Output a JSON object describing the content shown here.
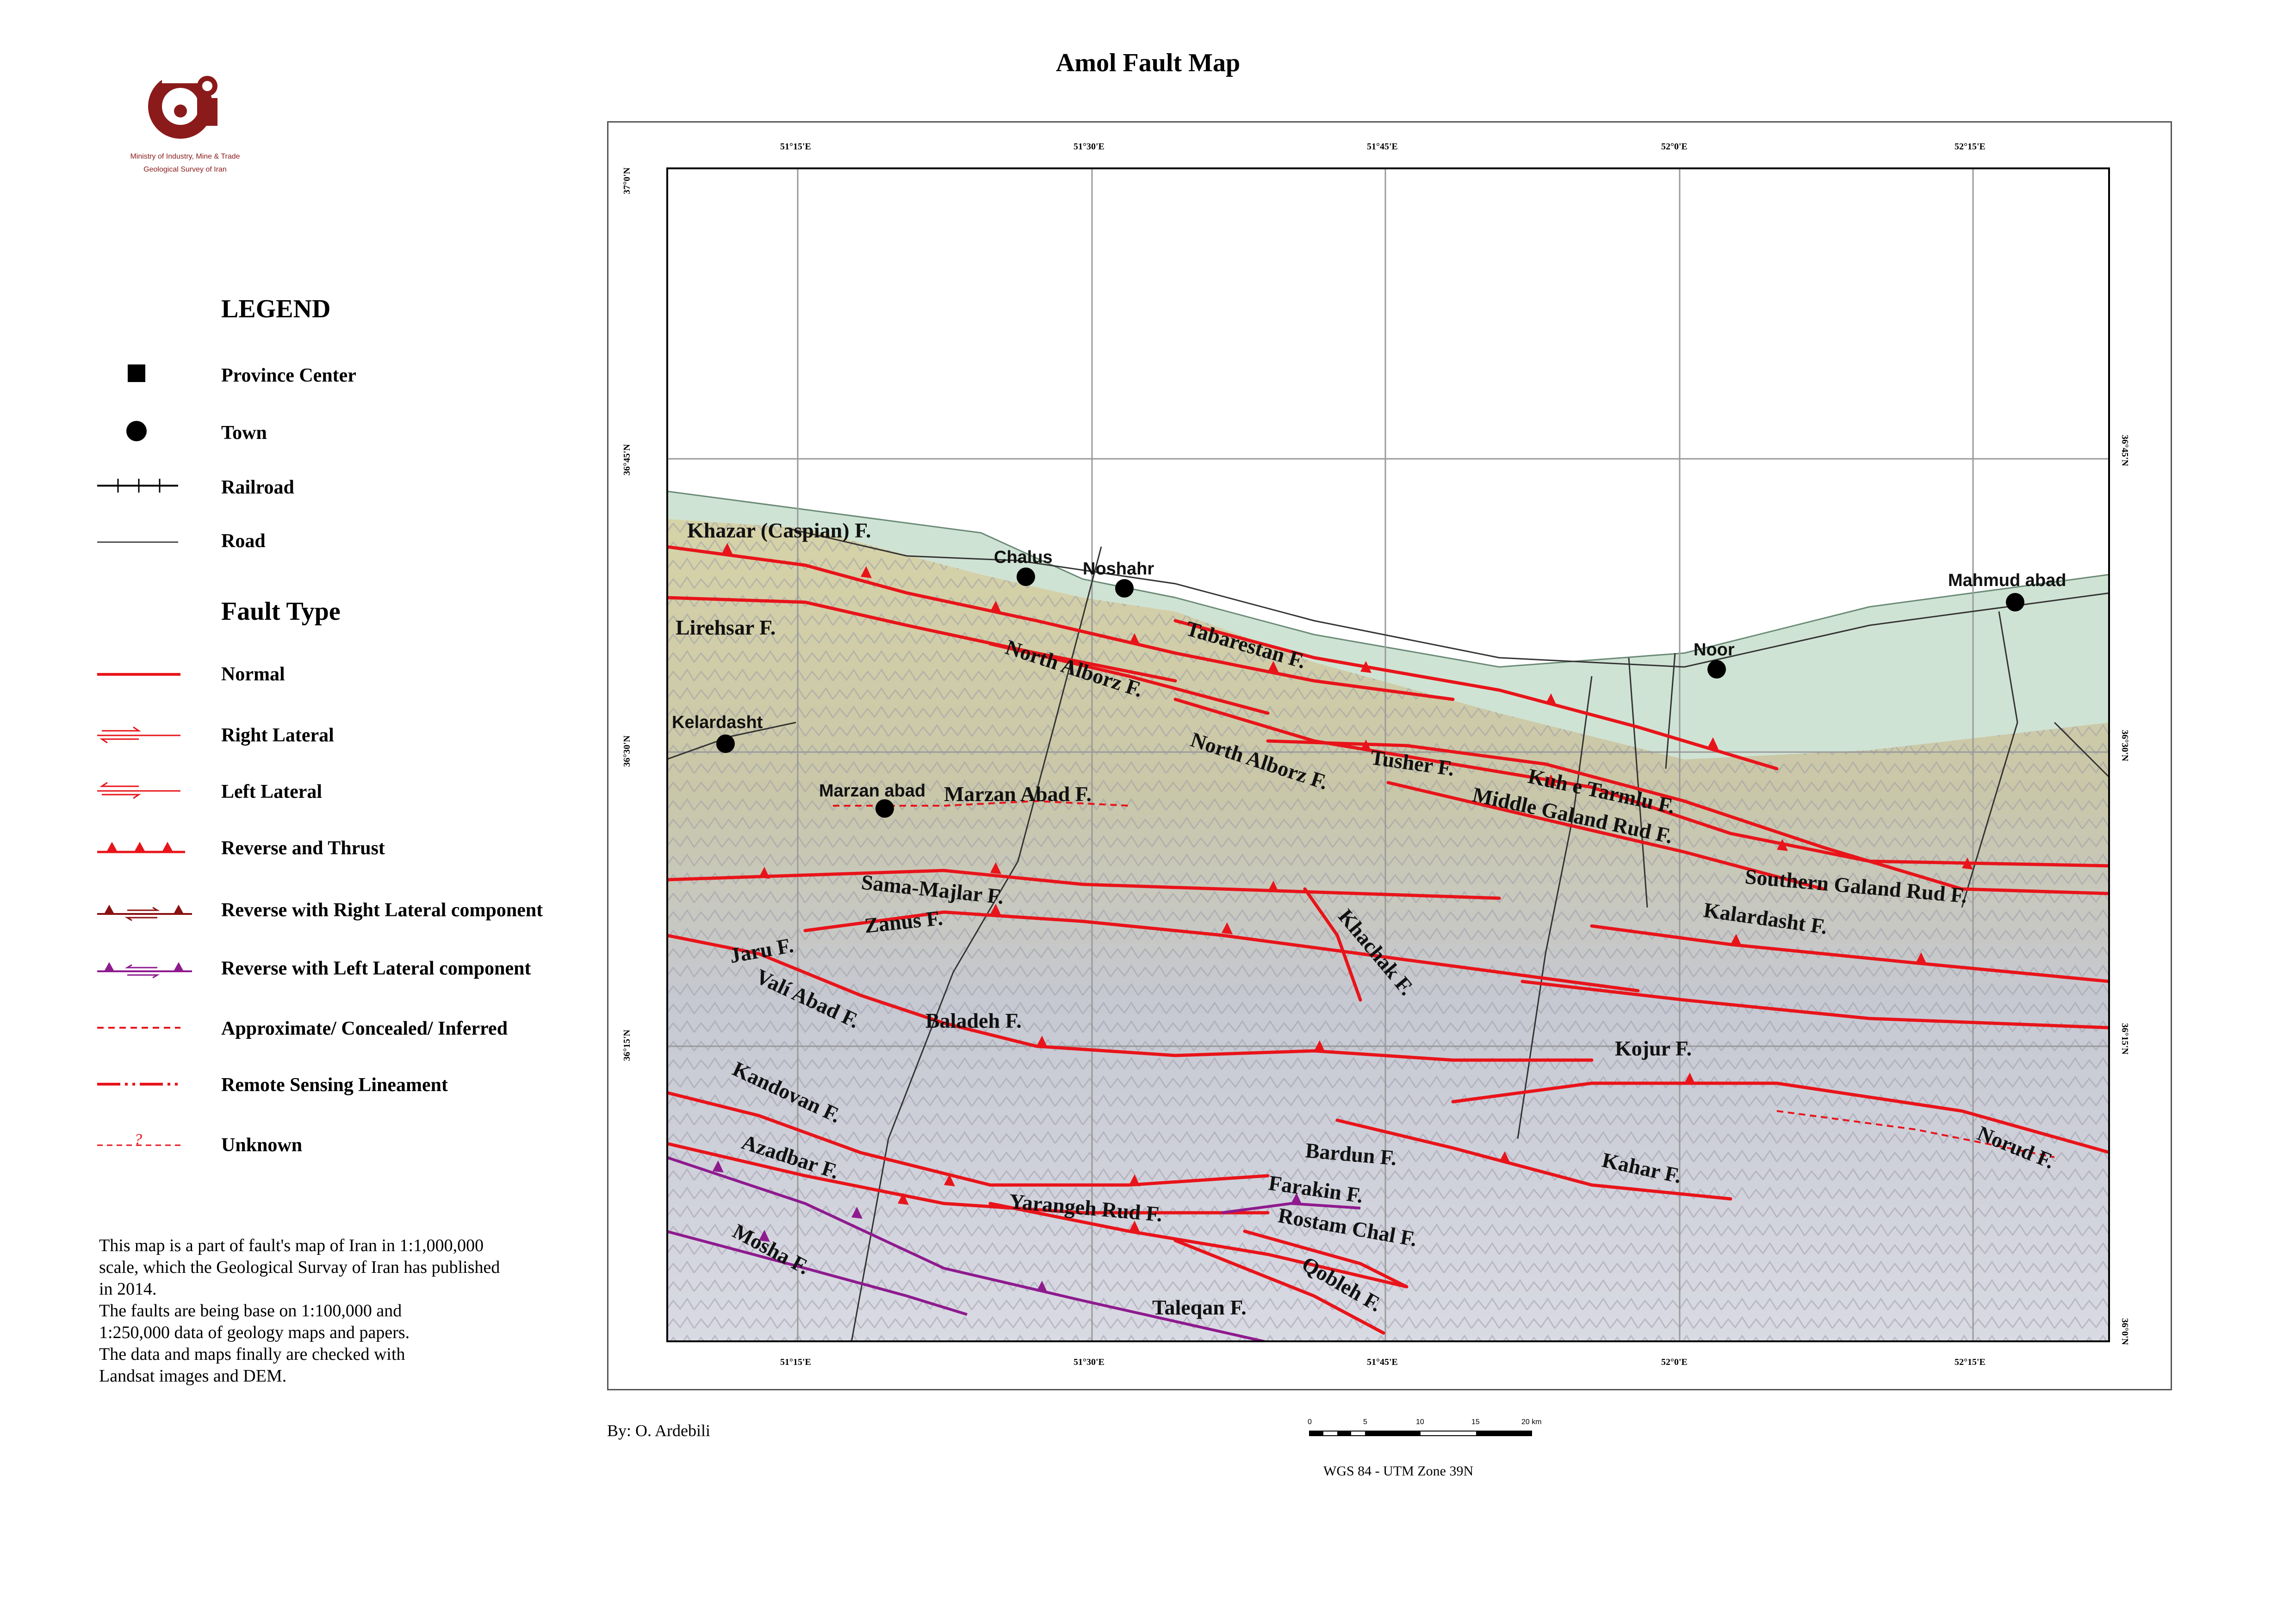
{
  "title": "Amol Fault Map",
  "logo": {
    "line1": "Ministry of Industry, Mine & Trade",
    "line2": "Geological Survey of Iran",
    "color": "#8b1a1a"
  },
  "legend": {
    "title": "LEGEND",
    "items": [
      {
        "label": "Province Center",
        "icon": "square-icon"
      },
      {
        "label": "Town",
        "icon": "circle-icon"
      },
      {
        "label": "Railroad",
        "icon": "railroad-line-icon"
      },
      {
        "label": "Road",
        "icon": "road-line-icon"
      }
    ],
    "fault_type_title": "Fault Type",
    "fault_types": [
      {
        "label": "Normal",
        "icon": "normal-fault-icon"
      },
      {
        "label": "Right Lateral",
        "icon": "right-lateral-icon"
      },
      {
        "label": "Left Lateral",
        "icon": "left-lateral-icon"
      },
      {
        "label": "Reverse and Thrust",
        "icon": "thrust-fault-icon"
      },
      {
        "label": "Reverse with Right Lateral component",
        "icon": "reverse-right-lateral-icon"
      },
      {
        "label": "Reverse with Left Lateral component",
        "icon": "reverse-left-lateral-icon"
      },
      {
        "label": "Approximate/ Concealed/ Inferred",
        "icon": "dashed-fault-icon"
      },
      {
        "label": "Remote Sensing Lineament",
        "icon": "dash-dot-fault-icon"
      },
      {
        "label": "Unknown",
        "icon": "unknown-fault-icon"
      }
    ]
  },
  "note": {
    "lines": [
      "This map is a part of fault's map of Iran in 1:1,000,000",
      "scale, which the Geological Survay of Iran has published",
      "in 2014.",
      "The faults are being base on 1:100,000 and",
      "1:250,000 data of geology maps and papers.",
      "The data and maps finally are checked with",
      "Landsat images and DEM."
    ]
  },
  "map": {
    "longitude_labels": [
      "51°15'E",
      "51°30'E",
      "51°45'E",
      "52°0'E",
      "52°15'E"
    ],
    "latitude_labels": [
      "37°0'N",
      "36°45'N",
      "36°30'N",
      "36°15'N",
      "36°0'N"
    ],
    "towns": [
      "Chalus",
      "Noshahr",
      "Mahmud abad",
      "Noor",
      "Kelardasht",
      "Marzan abad"
    ],
    "fault_names": [
      "Khazar (Caspian) F.",
      "Lirehsar F.",
      "Tabarestan F.",
      "North Alborz F.",
      "North Alborz F.",
      "Tusher F.",
      "Kuh e Tarmlu F.",
      "Middle Galand Rud F.",
      "Marzan Abad F.",
      "Southern Galand Rud F.",
      "Kalardasht F.",
      "Sama-Majlar F.",
      "Zanus F.",
      "Jaru F.",
      "Khachak F.",
      "Valí Abad F.",
      "Baladeh F.",
      "Kojur F.",
      "Kandovan F.",
      "Norud F.",
      "Azadbar F.",
      "Bardun F.",
      "Kahar F.",
      "Farakin F.",
      "Yarangeh Rud F.",
      "Rostam Chal F.",
      "Mosha F.",
      "Qobleh F.",
      "Taleqan F."
    ],
    "colors": {
      "fault": "#e8141a",
      "left_lateral": "#8e1a8e",
      "sea": "#cfe3d4"
    }
  },
  "author": "By: O. Ardebili",
  "scale_labels": [
    "0",
    "5",
    "10",
    "15",
    "20 km"
  ],
  "projection": "WGS 84 - UTM Zone 39N"
}
